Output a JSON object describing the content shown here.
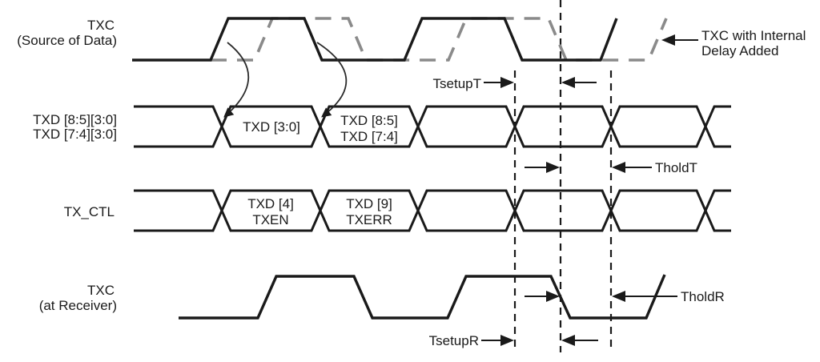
{
  "colors": {
    "ink": "#1a1a1a",
    "delayed_clock_gray": "#8a8a8a",
    "background": "#ffffff"
  },
  "signals": {
    "txc_source": {
      "label_line1": "TXC",
      "label_line2": "(Source of Data)"
    },
    "txd": {
      "label_line1": "TXD [8:5][3:0]",
      "label_line2": "TXD [7:4][3:0]",
      "cells": [
        {
          "line1": "TXD [3:0]",
          "line2": ""
        },
        {
          "line1": "TXD [8:5]",
          "line2": "TXD [7:4]"
        }
      ]
    },
    "tx_ctl": {
      "label": "TX_CTL",
      "cells": [
        {
          "line1": "TXD [4]",
          "line2": "TXEN"
        },
        {
          "line1": "TXD [9]",
          "line2": "TXERR"
        }
      ]
    },
    "txc_receiver": {
      "label_line1": "TXC",
      "label_line2": "(at Receiver)"
    }
  },
  "annotations": {
    "tsetup_t": "TsetupT",
    "thold_t": "TholdT",
    "tsetup_r": "TsetupR",
    "thold_r": "TholdR",
    "delay_note_line1": "TXC with Internal",
    "delay_note_line2": "Delay Added"
  }
}
